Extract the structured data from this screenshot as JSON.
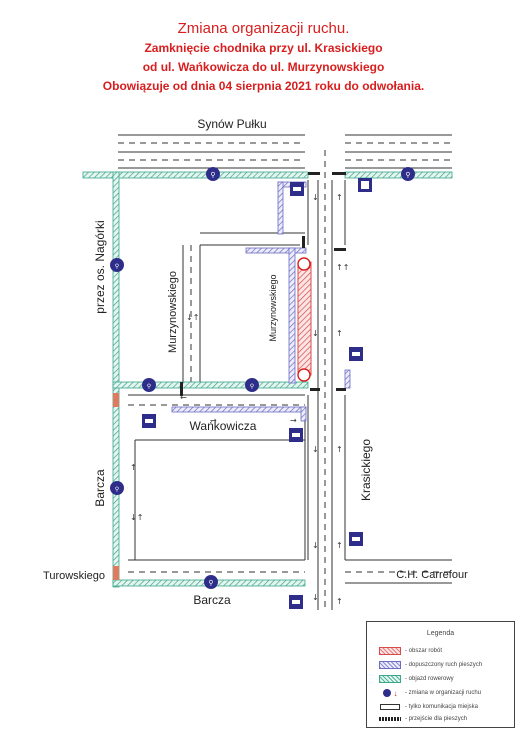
{
  "header": {
    "title": "Zmiana organizacji ruchu.",
    "line2": "Zamknięcie chodnika przy ul. Krasickiego",
    "line3": "od ul. Wańkowicza do ul. Murzynowskiego",
    "line4": "Obowiązuje od dnia 04 sierpnia 2021 roku do odwołania."
  },
  "streets": {
    "synow_pulku": "Synów Pułku",
    "przez_os_nagorki": "przez os. Nagórki",
    "murzynowskiego_left": "Murzynowskiego",
    "murzynowskiego_right": "Murzynowskiego",
    "wankowicza": "Wańkowicza",
    "barcza_vertical": "Barcza",
    "krasickiego": "Krasickiego",
    "turowskiego": "Turowskiego",
    "ch_carrefour": "C.H. Carrefour",
    "barcza_bottom": "Barcza"
  },
  "legend": {
    "title": "Legenda",
    "items": [
      "- obszar robót",
      "- dopuszczony ruch pieszych",
      "- objazd rowerowy",
      "- zmiana w organizacji ruchu",
      "- tylko komunikacja miejska",
      "- przejście dla pieszych"
    ]
  },
  "colors": {
    "title_red": "#d81e1e",
    "work_area": "#e57c7c",
    "pedestrian": "#8a8ad6",
    "bike_detour": "#4fb59b",
    "sign_blue": "#2e2e8a"
  },
  "icons": [
    "bicycle-sign-icon",
    "bus-stop-icon",
    "pedestrian-bike-sign-icon",
    "no-entry-circle-icon",
    "traffic-arrow-icon"
  ]
}
